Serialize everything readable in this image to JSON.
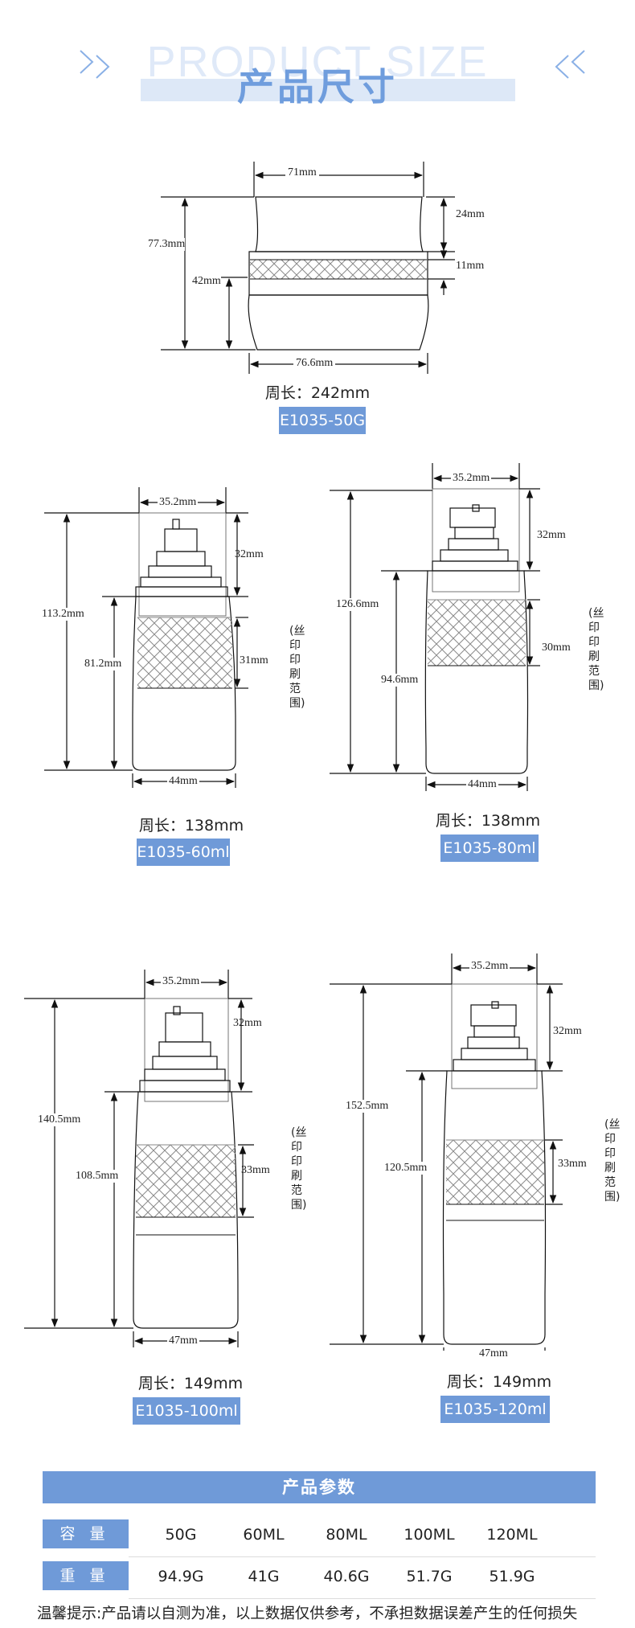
{
  "header": {
    "title_en": "PRODUCT SIZE",
    "title_cn": "产品尺寸"
  },
  "products": [
    {
      "model": "E1035-50G",
      "perimeter": "周长：242mm",
      "dims": {
        "width_top": "71mm",
        "width_bottom": "76.6mm",
        "height_total": "77.3mm",
        "height_lower": "42mm",
        "lid_height": "24mm",
        "band_height": "11mm"
      }
    },
    {
      "model": "E1035-60ml",
      "perimeter": "周长：138mm",
      "print_area_label": "(丝印印刷范围)",
      "dims": {
        "cap_width": "35.2mm",
        "height_total": "113.2mm",
        "body_height": "81.2mm",
        "cap_height": "32mm",
        "print_height": "31mm",
        "body_width": "44mm"
      }
    },
    {
      "model": "E1035-80ml",
      "perimeter": "周长：138mm",
      "print_area_label": "(丝印印刷范围)",
      "dims": {
        "cap_width": "35.2mm",
        "height_total": "126.6mm",
        "body_height": "94.6mm",
        "cap_height": "32mm",
        "print_height": "30mm",
        "body_width": "44mm"
      }
    },
    {
      "model": "E1035-100ml",
      "perimeter": "周长：149mm",
      "print_area_label": "(丝印印刷范围)",
      "dims": {
        "cap_width": "35.2mm",
        "height_total": "140.5mm",
        "body_height": "108.5mm",
        "cap_height": "32mm",
        "print_height": "33mm",
        "body_width": "47mm"
      }
    },
    {
      "model": "E1035-120ml",
      "perimeter": "周长：149mm",
      "print_area_label": "(丝印印刷范围)",
      "dims": {
        "cap_width": "35.2mm",
        "height_total": "152.5mm",
        "body_height": "120.5mm",
        "cap_height": "32mm",
        "print_height": "33mm",
        "body_width": "47mm"
      }
    }
  ],
  "table": {
    "title": "产品参数",
    "rows": [
      {
        "label": "容量",
        "values": [
          "50G",
          "60ML",
          "80ML",
          "100ML",
          "120ML"
        ]
      },
      {
        "label": "重量",
        "values": [
          "94.9G",
          "41G",
          "40.6G",
          "51.7G",
          "51.9G"
        ]
      }
    ]
  },
  "note": "温馨提示:产品请以自测为准，以上数据仅供参考，不承担数据误差产生的任何损失",
  "colors": {
    "accent": "#6f9ad8",
    "header_light": "#dde8f7",
    "title_blue": "#6f9ddd",
    "line": "#1a1a1a"
  }
}
